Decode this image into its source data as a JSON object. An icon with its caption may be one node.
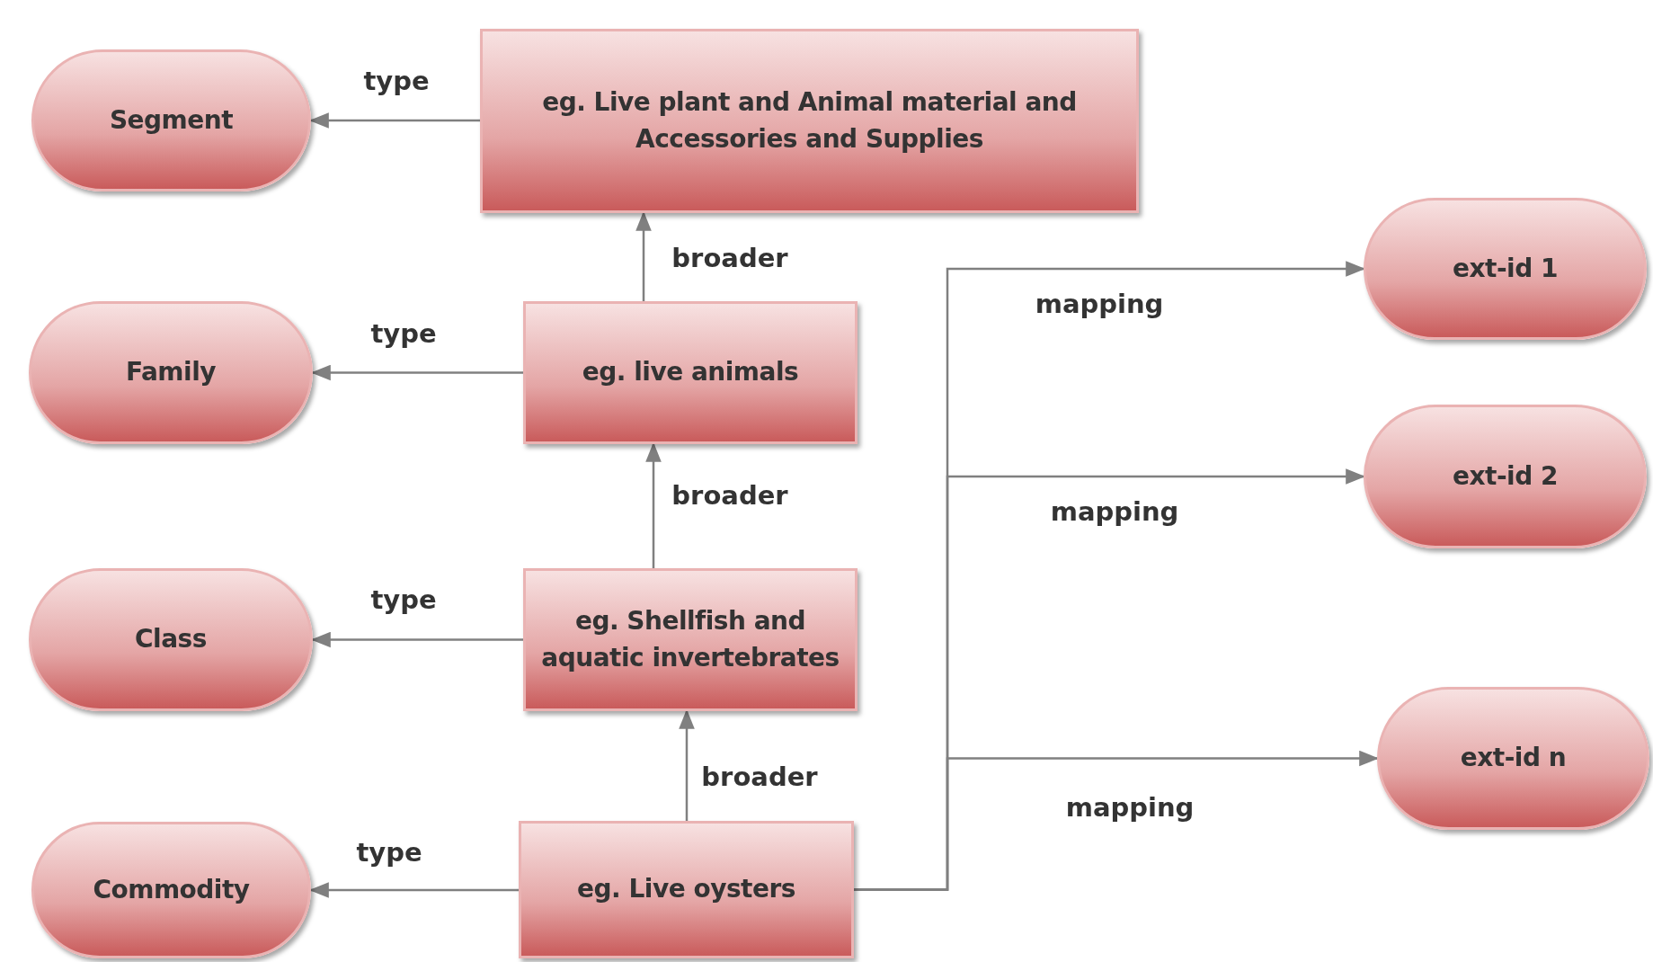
{
  "diagram": {
    "nodes": [
      {
        "text": [
          "Segment"
        ]
      },
      {
        "text": [
          "eg. Live plant and Animal material and Accessories and Supplies"
        ]
      },
      {
        "text": [
          "ext-id 1"
        ]
      },
      {
        "text": [
          "Family"
        ]
      },
      {
        "text": [
          "eg. live animals"
        ]
      },
      {
        "text": [
          "ext-id 2"
        ]
      },
      {
        "text": [
          "Class"
        ]
      },
      {
        "text": [
          "eg. Shellfish and aquatic invertebrates"
        ]
      },
      {
        "text": [
          "ext-id n"
        ]
      },
      {
        "text": [
          "Commodity"
        ]
      },
      {
        "text": [
          "eg. Live oysters"
        ]
      }
    ],
    "edges": [
      {
        "from": 1,
        "to": 0,
        "arrow": "to",
        "label": "type"
      },
      {
        "from": 4,
        "to": 3,
        "arrow": "to",
        "label": "type"
      },
      {
        "from": 4,
        "to": 1,
        "arrow": "to",
        "label": "broader"
      },
      {
        "from": 7,
        "to": 4,
        "arrow": "to",
        "label": "broader"
      },
      {
        "from": 7,
        "to": 6,
        "arrow": "to",
        "label": "type"
      },
      {
        "from": 10,
        "to": 7,
        "arrow": "to",
        "label": "broader"
      },
      {
        "from": 10,
        "to": 9,
        "arrow": "to",
        "label": "type"
      },
      {
        "from": 10,
        "to": 2,
        "arrow": "to",
        "label": "mapping"
      },
      {
        "from": 10,
        "to": 5,
        "arrow": "to",
        "label": "mapping"
      },
      {
        "from": 10,
        "to": 8,
        "arrow": "to",
        "label": "mapping"
      }
    ]
  }
}
